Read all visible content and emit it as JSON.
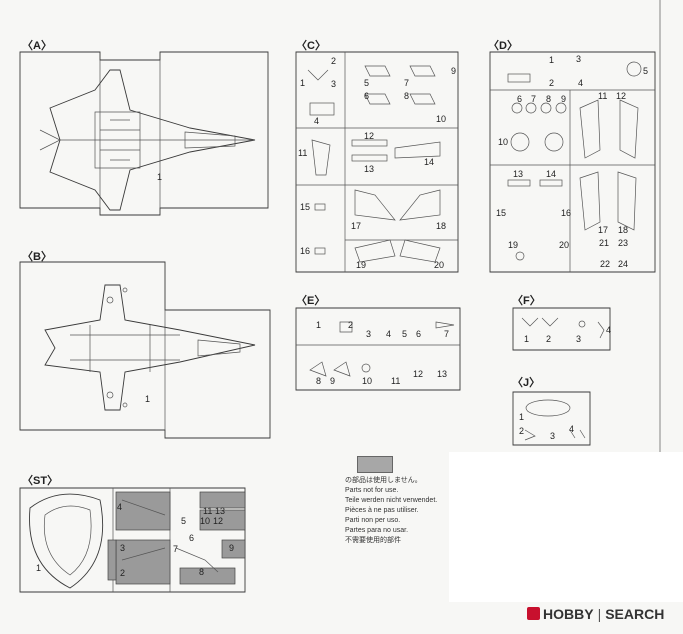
{
  "runners": [
    {
      "id": "A",
      "label": "A",
      "parts": [
        "1"
      ]
    },
    {
      "id": "B",
      "label": "B",
      "parts": [
        "1"
      ]
    },
    {
      "id": "C",
      "label": "C",
      "parts": [
        "1",
        "2",
        "3",
        "4",
        "5",
        "6",
        "7",
        "8",
        "9",
        "10",
        "11",
        "12",
        "13",
        "14",
        "15",
        "16",
        "17",
        "18",
        "19",
        "20"
      ]
    },
    {
      "id": "D",
      "label": "D",
      "parts": [
        "1",
        "2",
        "3",
        "4",
        "5",
        "6",
        "7",
        "8",
        "9",
        "10",
        "11",
        "12",
        "13",
        "14",
        "15",
        "16",
        "17",
        "18",
        "19",
        "20",
        "21",
        "22",
        "23",
        "24"
      ]
    },
    {
      "id": "E",
      "label": "E",
      "parts": [
        "1",
        "2",
        "3",
        "4",
        "5",
        "6",
        "7",
        "8",
        "9",
        "10",
        "11",
        "12",
        "13"
      ]
    },
    {
      "id": "F",
      "label": "F",
      "parts": [
        "1",
        "2",
        "3",
        "4"
      ]
    },
    {
      "id": "J",
      "label": "J",
      "parts": [
        "1",
        "2",
        "3",
        "4"
      ]
    },
    {
      "id": "ST",
      "label": "ST",
      "parts": [
        "1",
        "2",
        "3",
        "4",
        "5",
        "6",
        "7",
        "8",
        "9",
        "10",
        "11",
        "12",
        "13"
      ]
    }
  ],
  "notes": {
    "lines": [
      "の部品は使用しません。",
      "Parts not for use.",
      "Teile werden nicht verwendet.",
      "Pièces à ne pas utiliser.",
      "Parti non per uso.",
      "Partes para no usar.",
      "不需要使用的部件"
    ],
    "swatch_color": "#a7a7a7"
  },
  "watermark": {
    "brand": "HOBBY",
    "separator": "|",
    "product": "SEARCH",
    "brand_color": "#c8102e"
  }
}
